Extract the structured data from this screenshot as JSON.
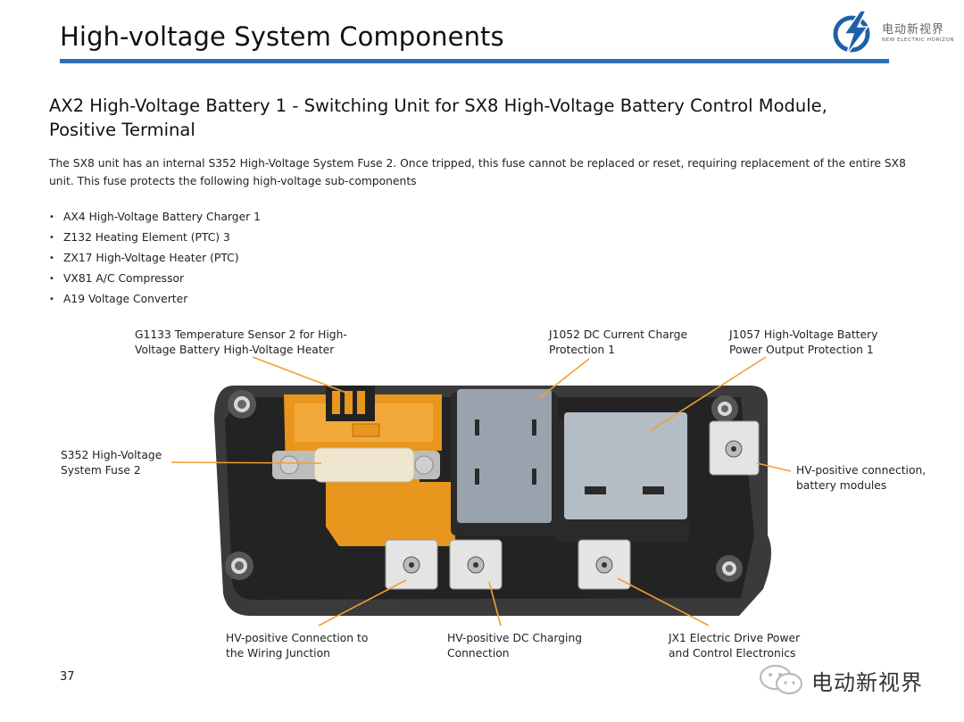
{
  "header": {
    "title": "High-voltage System Components",
    "logo_cn": "电动新视界",
    "logo_en": "NEW ELECTRIC HORIZON"
  },
  "heading": {
    "line1": "AX2 High-Voltage Battery 1 - Switching Unit for SX8 High-Voltage Battery Control Module,",
    "line2": "Positive Terminal"
  },
  "intro": {
    "line1": "The SX8 unit has an internal S352 High-Voltage System Fuse 2.  Once tripped, this fuse cannot be replaced or reset, requiring replacement of the entire SX8",
    "line2": "unit.  This fuse protects the following high-voltage sub-components"
  },
  "bullets": [
    "AX4 High-Voltage Battery Charger 1",
    "Z132 Heating Element (PTC) 3",
    "ZX17 High-Voltage Heater (PTC)",
    "VX81 A/C Compressor",
    "A19 Voltage Converter"
  ],
  "callouts": {
    "g1133": [
      "G1133 Temperature Sensor 2 for High-",
      "Voltage Battery High-Voltage Heater"
    ],
    "j1052": [
      "J1052 DC Current Charge",
      "Protection 1"
    ],
    "j1057": [
      "J1057 High-Voltage Battery",
      "Power Output Protection 1"
    ],
    "s352": [
      "S352 High-Voltage",
      "System Fuse 2"
    ],
    "hv_battery": [
      "HV-positive connection,",
      "battery modules"
    ],
    "hv_wiring": [
      "HV-positive Connection to",
      "the Wiring Junction"
    ],
    "hv_dc": [
      "HV-positive DC Charging",
      "Connection"
    ],
    "jx1": [
      "JX1 Electric Drive Power",
      "and Control Electronics"
    ]
  },
  "page_number": "37",
  "watermark": "电动新视界",
  "colors": {
    "title_rule": "#2f6fb0",
    "leader_line": "#f0a030",
    "busbar_orange": "#e8961e",
    "housing_dark": "#2b2b2b",
    "contactor_gray": "#9aa3ad"
  }
}
